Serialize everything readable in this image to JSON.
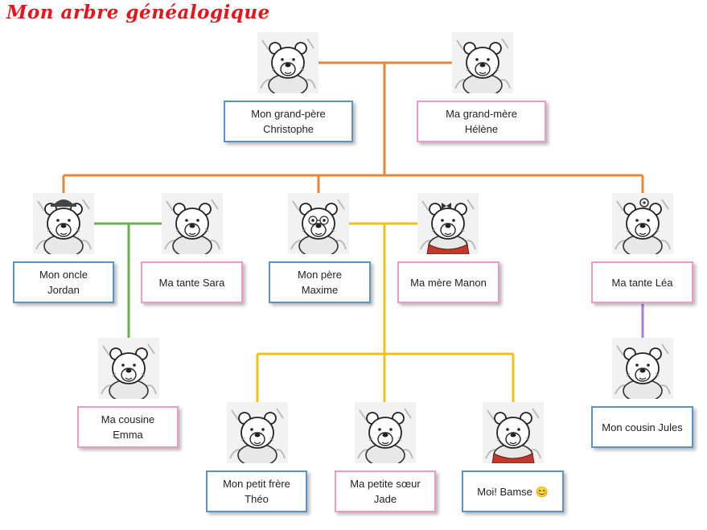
{
  "title": "Mon arbre généalogique",
  "colors": {
    "grandparents_line": "#e8873a",
    "uncle_line": "#6ab04c",
    "parents_line": "#f2c01a",
    "aunt_line": "#a57fd8",
    "male_border": "#5b93c9",
    "female_border": "#ee9ac7"
  },
  "members": {
    "grandpa": {
      "lines": [
        "Mon grand-père",
        "Christophe"
      ],
      "gender": "male"
    },
    "grandma": {
      "lines": [
        "Ma grand-mère",
        "Hélène"
      ],
      "gender": "female"
    },
    "uncle": {
      "lines": [
        "Mon oncle",
        "Jordan"
      ],
      "gender": "male"
    },
    "aunt_sara": {
      "lines": [
        "Ma tante Sara"
      ],
      "gender": "female"
    },
    "father": {
      "lines": [
        "Mon père",
        "Maxime"
      ],
      "gender": "male"
    },
    "mother": {
      "lines": [
        "Ma mère Manon"
      ],
      "gender": "female"
    },
    "aunt_lea": {
      "lines": [
        "Ma tante Léa"
      ],
      "gender": "female"
    },
    "cousin_emma": {
      "lines": [
        "Ma cousine",
        "Emma"
      ],
      "gender": "female"
    },
    "brother": {
      "lines": [
        "Mon petit frère",
        "Théo"
      ],
      "gender": "male"
    },
    "sister": {
      "lines": [
        "Ma petite sœur",
        "Jade"
      ],
      "gender": "female"
    },
    "me": {
      "lines": [
        "Moi! Bamse 😊"
      ],
      "gender": "male"
    },
    "cousin_jules": {
      "lines": [
        "Mon cousin Jules"
      ],
      "gender": "male"
    }
  }
}
